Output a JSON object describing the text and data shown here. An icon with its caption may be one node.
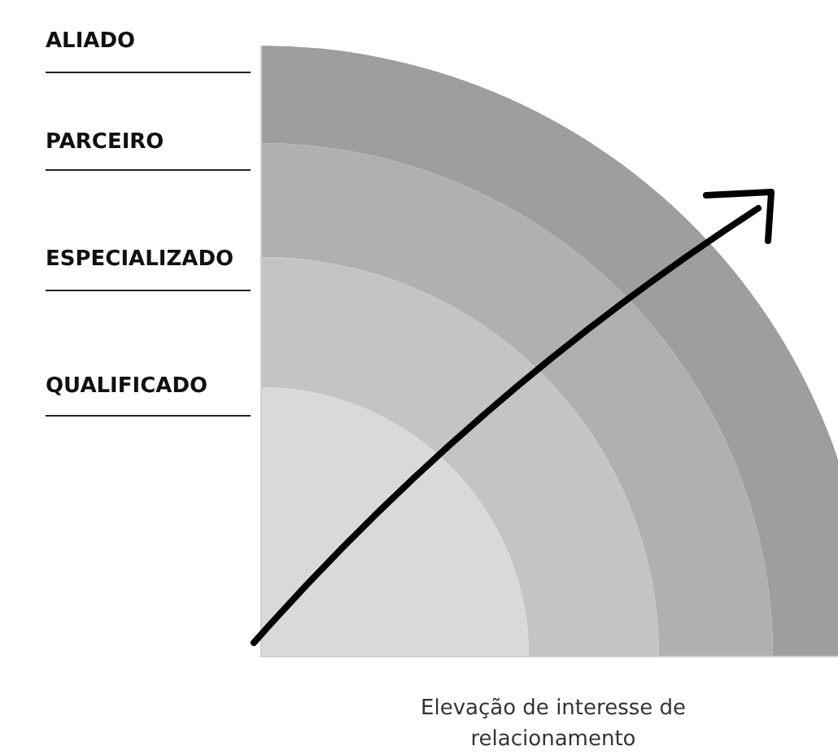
{
  "diagram": {
    "nodes": [
      {
        "text": [
          "ALIADO"
        ]
      },
      {
        "text": [
          "PARCEIRO"
        ]
      },
      {
        "text": [
          "ESPECIALIZADO"
        ]
      },
      {
        "text": [
          "QUALIFICADO"
        ]
      }
    ],
    "labels": [
      "Elevação de interesse de relacionamento"
    ]
  }
}
